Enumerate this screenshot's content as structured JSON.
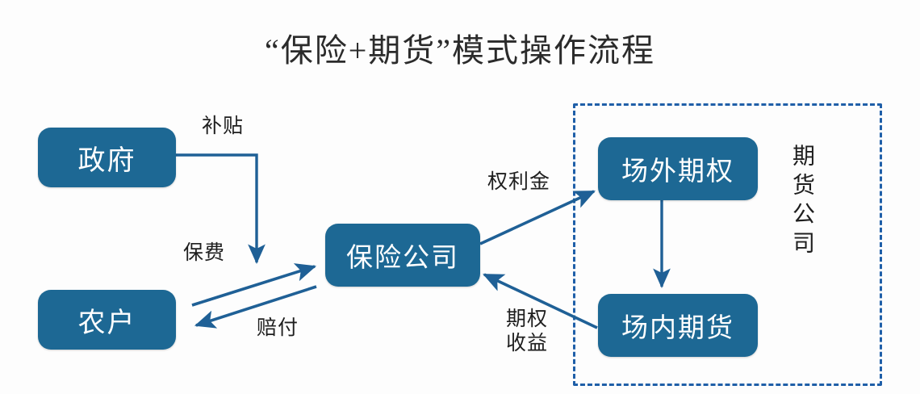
{
  "diagram": {
    "title": "“保险+期货”模式操作流程",
    "accent_color": "#1d6894",
    "arrow_color": "#1f6096",
    "dashed_border_color": "#1f5fa8",
    "nodes": [
      {
        "id": "government",
        "label": "政府"
      },
      {
        "id": "farmer",
        "label": "农户"
      },
      {
        "id": "insurance-company",
        "label": "保险公司"
      },
      {
        "id": "otc-option",
        "label": "场外期权"
      },
      {
        "id": "exchange-futures",
        "label": "场内期货"
      }
    ],
    "group": {
      "id": "futures-company-group",
      "label": "期货公司",
      "style": "dashed"
    },
    "edges": [
      {
        "id": "subsidy",
        "label": "补贴",
        "from": "government",
        "to": "insurance-company"
      },
      {
        "id": "premium",
        "label": "保费",
        "from": "farmer",
        "to": "insurance-company"
      },
      {
        "id": "indemnity",
        "label": "赔付",
        "from": "insurance-company",
        "to": "farmer"
      },
      {
        "id": "option-fee",
        "label": "权利金",
        "from": "insurance-company",
        "to": "otc-option"
      },
      {
        "id": "hedge",
        "label": "",
        "from": "otc-option",
        "to": "exchange-futures"
      },
      {
        "id": "option-income",
        "label_line1": "期权",
        "label_line2": "收益",
        "from": "exchange-futures",
        "to": "insurance-company"
      }
    ]
  }
}
